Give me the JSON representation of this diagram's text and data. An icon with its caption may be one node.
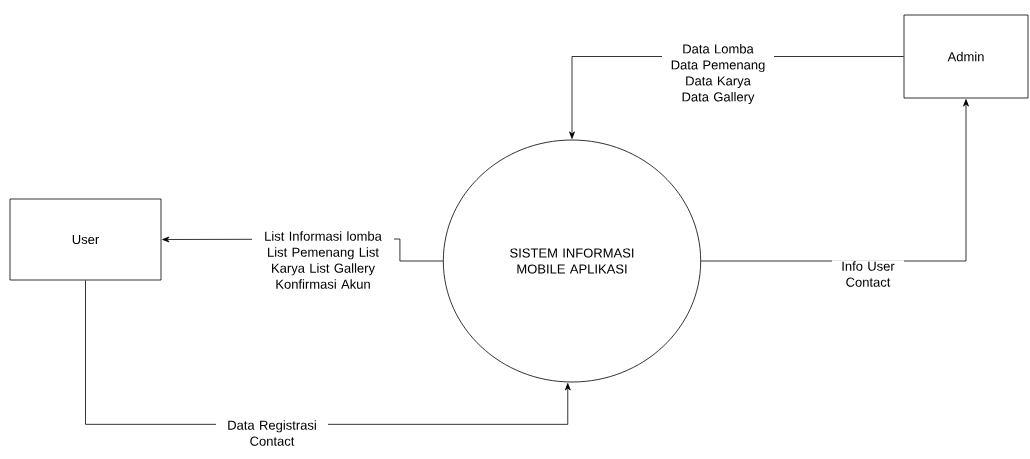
{
  "diagram": {
    "nodes": [
      {
        "text": [
          "User"
        ]
      },
      {
        "text": [
          "Admin"
        ]
      },
      {
        "text": [
          "SISTEM INFORMASI MOBILE APLIKASI"
        ]
      }
    ],
    "edges": [
      {
        "from": 1,
        "to": 2,
        "arrow": "to",
        "label": "Data Lomba Data Pemenang Data Karya Data Gallery"
      },
      {
        "from": 2,
        "to": 0,
        "arrow": "to",
        "label": "List Informasi lomba List Pemenang List Karya List Gallery Konfirmasi Akun"
      },
      {
        "from": 2,
        "to": 1,
        "arrow": "to",
        "label": "Info User Contact"
      },
      {
        "from": 0,
        "to": 2,
        "arrow": "to",
        "label": "Data Registrasi Contact"
      }
    ]
  }
}
